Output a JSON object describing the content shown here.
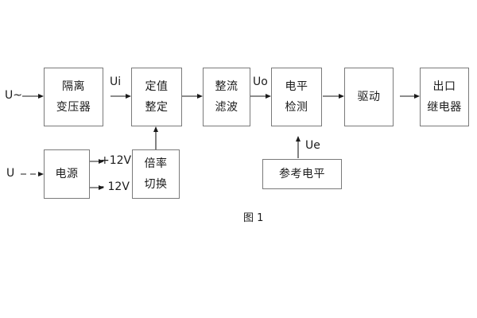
{
  "figure": {
    "caption": "图 1",
    "line_color": "#7a7a7a",
    "text_color": "#1b1b1b",
    "background": "#ffffff"
  },
  "blocks": [
    {
      "id": "isolation-transformer",
      "lines": [
        "隔离",
        "变压器"
      ]
    },
    {
      "id": "setpoint-setting",
      "lines": [
        "定值",
        "整定"
      ]
    },
    {
      "id": "rectify-filter",
      "lines": [
        "整流",
        "滤波"
      ]
    },
    {
      "id": "level-detection",
      "lines": [
        "电平",
        "检测"
      ]
    },
    {
      "id": "drive",
      "lines": [
        "驱动"
      ]
    },
    {
      "id": "output-relay",
      "lines": [
        "出口",
        "继电器"
      ]
    },
    {
      "id": "power-supply",
      "lines": [
        "电源"
      ]
    },
    {
      "id": "multiplier-switch",
      "lines": [
        "倍率",
        "切换"
      ]
    },
    {
      "id": "reference-level",
      "lines": [
        "参考电平"
      ]
    }
  ],
  "labels": {
    "input_ac": "U~",
    "input_dc": "U",
    "ui": "Ui",
    "uo": "Uo",
    "ue": "Ue",
    "rail_positive": "+12V",
    "rail_negative": "- 12V"
  }
}
